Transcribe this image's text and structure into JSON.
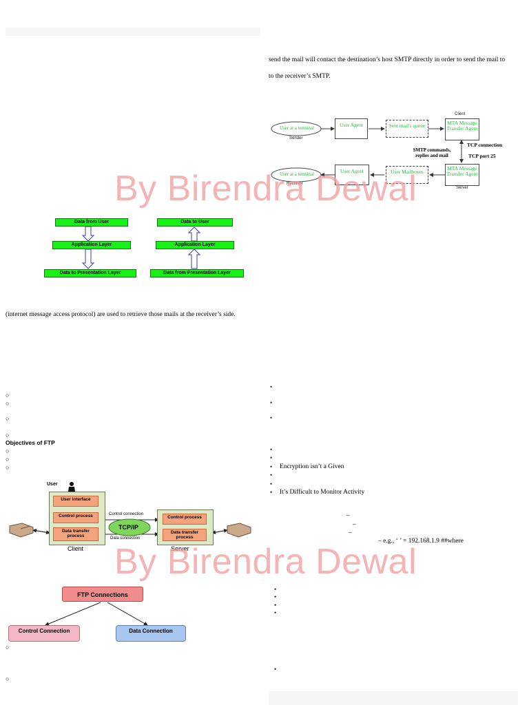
{
  "text": {
    "smtp_para_line1": "send the mail will contact the destination’s host SMTP directly in order to send the mail to",
    "smtp_para_line2": "to the receiver’s SMTP.",
    "imap_line": "(internet message access protocol) are used to retrieve those mails at the receiver’s side.",
    "objectives_heading": "Objectives of FTP",
    "encryption": "Encryption isn’t a Given",
    "monitor": "It’s Difficult to Monitor Activity",
    "example": "– e.g., ‘        ’ = 192.168.1.9 ##where",
    "dash": "–"
  },
  "watermark": "By Birendra Dewal",
  "smtp_diagram": {
    "user_terminal_sender": "User at a terminal",
    "sender": "Sender",
    "user_agent": "User Agent",
    "sent_queue": "Sent mail's queue",
    "client": "Client",
    "mta_client": "MTA Message Transfer Agent",
    "tcp_connection": "TCP connection",
    "tcp_port": "TCP port 25",
    "smtp_commands": "SMTP commands, replies and mail",
    "user_terminal_receiver": "User at a terminal",
    "receiver": "Receiver",
    "user_agent_2": "User Agent",
    "user_mailboxes": "User Mailboxes",
    "mta_server": "MTA Message Transfer Agent",
    "server": "Server"
  },
  "layer_diagram": {
    "left_top": "Data from User",
    "left_mid": "Application Layer",
    "left_bottom": "Data to Presentation Layer",
    "right_top": "Data to User",
    "right_mid": "Application Layer",
    "right_bottom": "Data from Presentation Layer"
  },
  "ftp_diagram": {
    "user": "User",
    "user_interface": "User interface",
    "control_process_client": "Control process",
    "data_transfer_client": "Data transfer process",
    "control_connection": "Control connection",
    "tcpip": "TCP/IP",
    "data_connection": "Data connection",
    "control_process_server": "Control process",
    "data_transfer_server": "Data transfer process",
    "client": "Client",
    "server": "Server"
  },
  "ftp_connections": {
    "root": "FTP Connections",
    "control": "Control Connection",
    "data": "Data Connection"
  },
  "colors": {
    "green_box": "#18f018",
    "watermark": "#f29a9a",
    "orange_box": "#f4a37c",
    "pink_box": "#f2b8c6",
    "blue_box": "#a9c7ee"
  }
}
